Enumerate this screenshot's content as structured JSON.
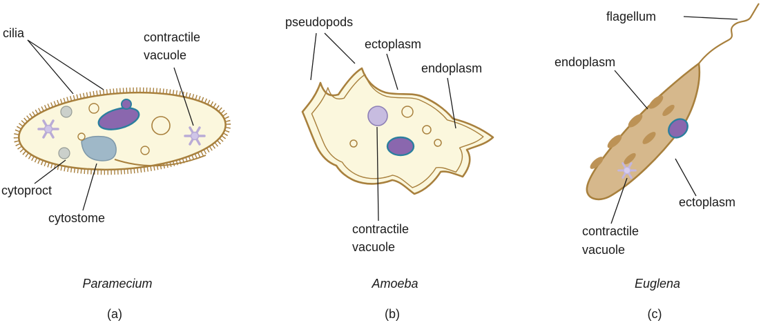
{
  "figure": {
    "panels": [
      {
        "caption": "Paramecium",
        "letter": "(a)",
        "labels": {
          "cilia": "cilia",
          "contractile1": "contractile",
          "contractile2": "vacuole",
          "cytoproct": "cytoproct",
          "cytostome": "cytostome"
        }
      },
      {
        "caption": "Amoeba",
        "letter": "(b)",
        "labels": {
          "pseudopods": "pseudopods",
          "ectoplasm": "ectoplasm",
          "endoplasm": "endoplasm",
          "contractile1": "contractile",
          "contractile2": "vacuole"
        }
      },
      {
        "caption": "Euglena",
        "letter": "(c)",
        "labels": {
          "flagellum": "flagellum",
          "endoplasm": "endoplasm",
          "ectoplasm": "ectoplasm",
          "contractile1": "contractile",
          "contractile2": "vacuole"
        }
      }
    ],
    "colors": {
      "outline_brown": "#a8803d",
      "cell_fill_cream": "#fbf7dd",
      "nucleus_purple": "#8a67ae",
      "nucleus_ring_teal": "#2b7f9e",
      "vacuole_star_purple": "#b9abd6",
      "euglena_body_tan": "#d6b88c",
      "euglena_organelle_brown": "#bc9256",
      "cytostome_gray_blue": "#9fb8c8",
      "label_text": "#1a1a1a"
    }
  }
}
